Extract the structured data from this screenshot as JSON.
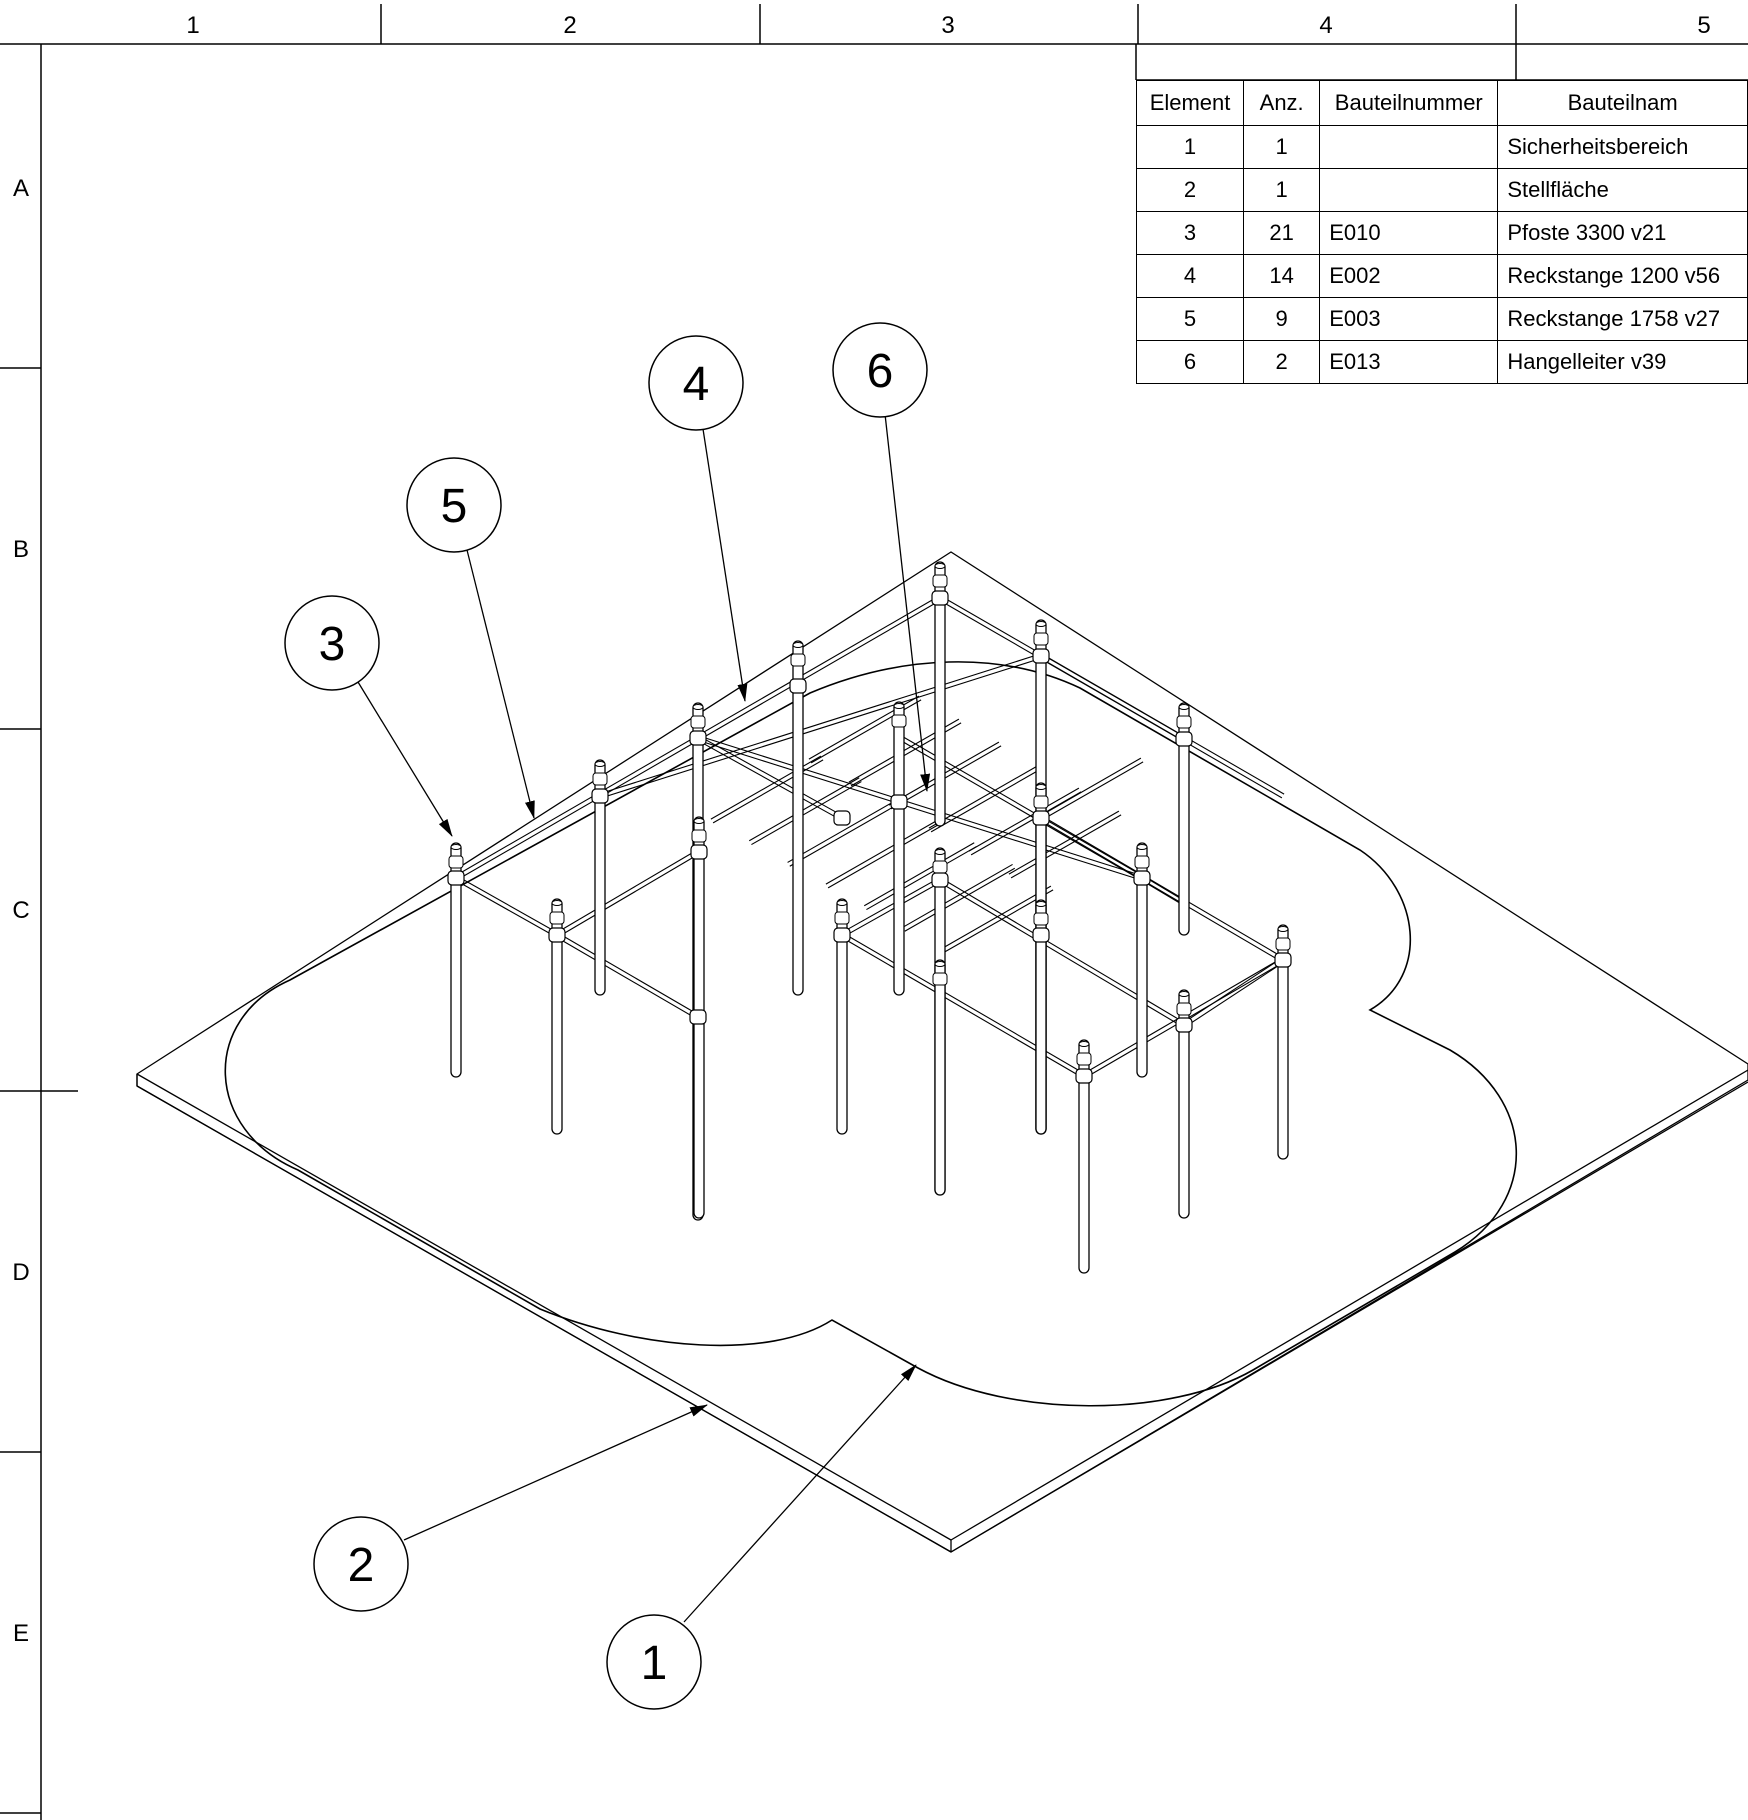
{
  "frame": {
    "columns": [
      "1",
      "2",
      "3",
      "4",
      "5"
    ],
    "rows": [
      "A",
      "B",
      "C",
      "D",
      "E"
    ]
  },
  "bom": {
    "headers": {
      "element": "Element",
      "anz": "Anz.",
      "number": "Bauteilnummer",
      "name": "Bauteilnam"
    },
    "rows": [
      {
        "element": "1",
        "anz": "1",
        "number": "",
        "name": "Sicherheitsbereich"
      },
      {
        "element": "2",
        "anz": "1",
        "number": "",
        "name": "Stellfläche"
      },
      {
        "element": "3",
        "anz": "21",
        "number": "E010",
        "name": "Pfoste 3300 v21"
      },
      {
        "element": "4",
        "anz": "14",
        "number": "E002",
        "name": "Reckstange 1200 v56"
      },
      {
        "element": "5",
        "anz": "9",
        "number": "E003",
        "name": "Reckstange 1758 v27"
      },
      {
        "element": "6",
        "anz": "2",
        "number": "E013",
        "name": "Hangelleiter v39"
      }
    ]
  },
  "balloons": [
    "1",
    "2",
    "3",
    "4",
    "5",
    "6"
  ]
}
